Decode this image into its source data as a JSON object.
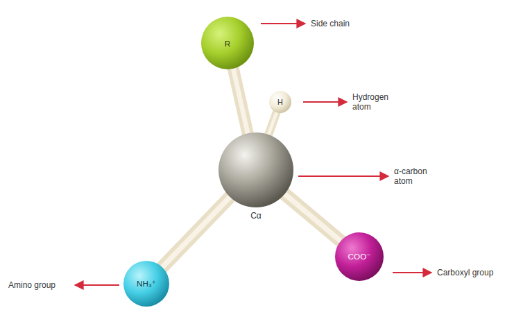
{
  "diagram": {
    "nodes": [
      {
        "text": [
          "R"
        ]
      },
      {
        "text": [
          "H"
        ]
      },
      {
        "text": [
          "Cα"
        ]
      },
      {
        "text": [
          "NH₃⁺"
        ]
      },
      {
        "text": [
          "COO⁻"
        ]
      }
    ],
    "edges": [
      {
        "from": 2,
        "to": 0,
        "arrow": "none"
      },
      {
        "from": 2,
        "to": 1,
        "arrow": "none"
      },
      {
        "from": 2,
        "to": 3,
        "arrow": "none"
      },
      {
        "from": 2,
        "to": 4,
        "arrow": "none"
      }
    ],
    "labels": [
      "Side chain",
      "Hydrogen atom",
      "α-carbon atom",
      "Carboxyl group",
      "Amino group"
    ]
  }
}
